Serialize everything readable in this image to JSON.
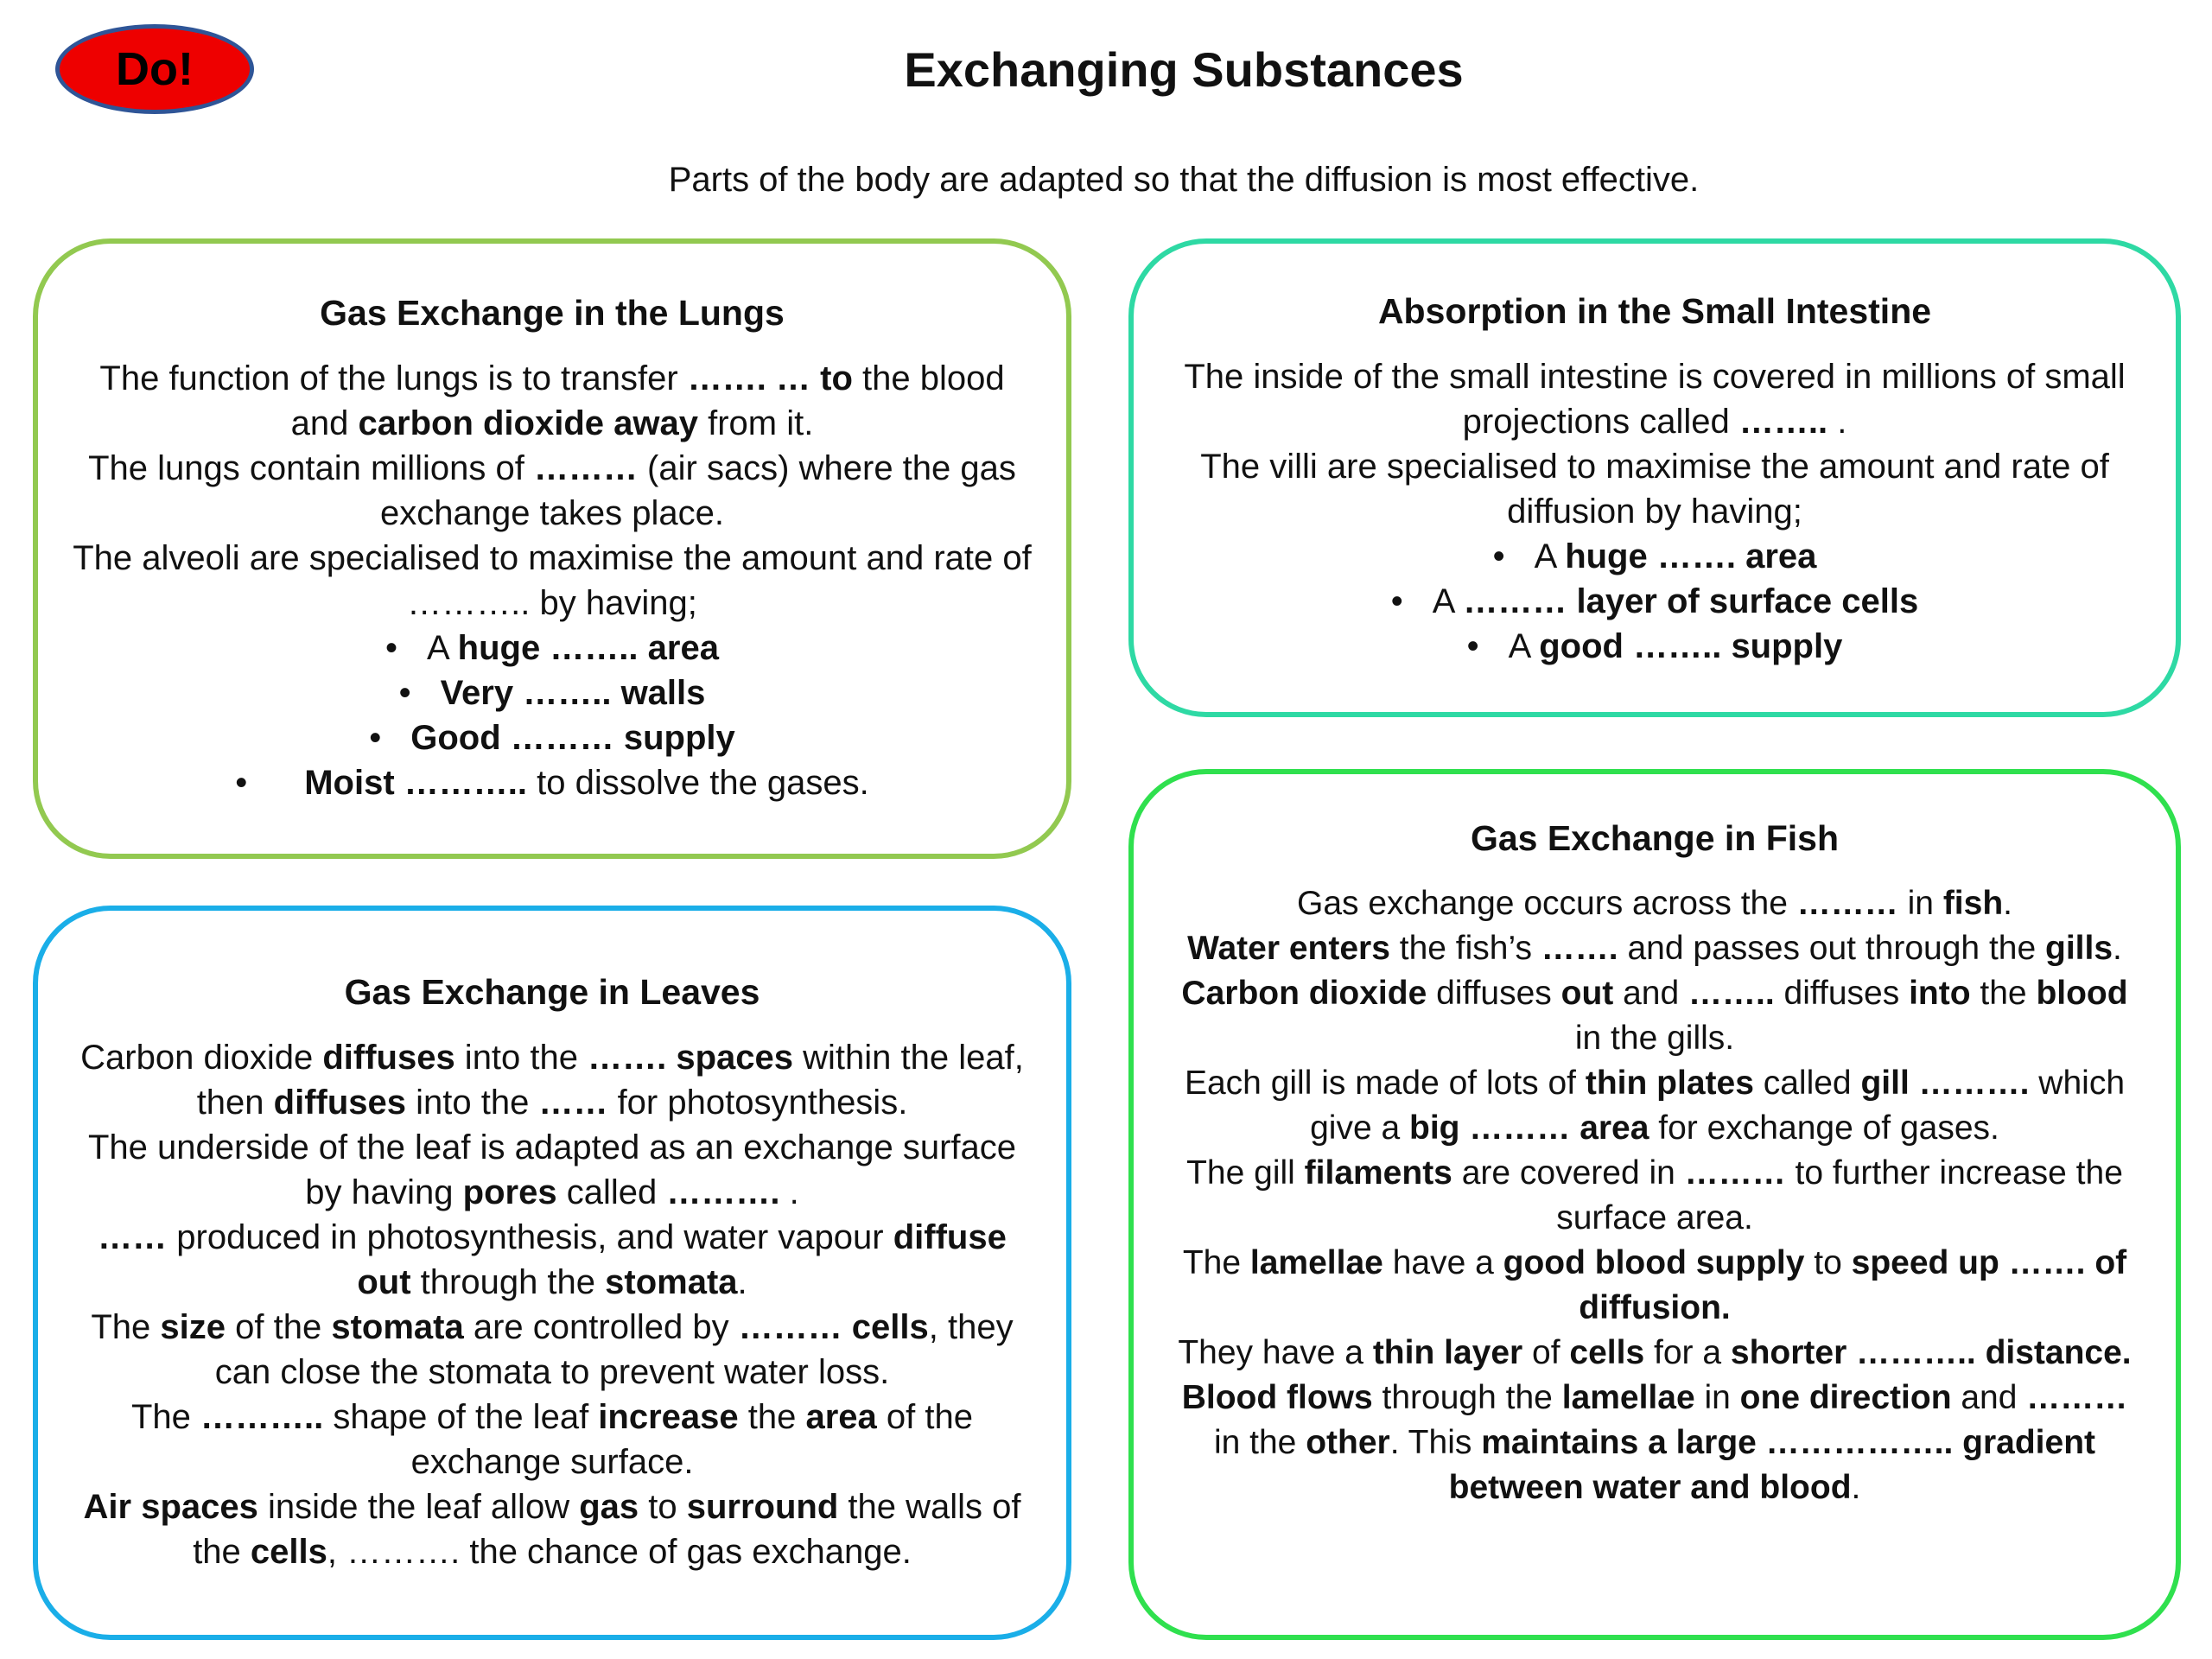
{
  "badge": "Do!",
  "title": "Exchanging Substances",
  "subtitle": "Parts of the body are adapted so that the diffusion is most effective.",
  "cards": {
    "lungs": {
      "heading": "Gas Exchange in the Lungs",
      "p1": {
        "a": "The function of the lungs is to transfer ",
        "b": "……. … to",
        "c": " the blood and ",
        "d": "carbon dioxide away",
        "e": " from it."
      },
      "p2": {
        "a": "The lungs contain millions of ",
        "b": "………",
        "c": " (air sacs) where the gas exchange takes place."
      },
      "p3": {
        "a": "The alveoli are specialised to maximise the amount and rate of ……….. by having;"
      },
      "bullets": [
        {
          "a": "A ",
          "b": "huge …….. area",
          "c": ""
        },
        {
          "a": "",
          "b": "Very …….. walls",
          "c": ""
        },
        {
          "a": "",
          "b": "Good ……… supply",
          "c": ""
        },
        {
          "a": "",
          "b": "Moist ………..",
          "c": " to dissolve the gases."
        }
      ]
    },
    "leaves": {
      "heading": "Gas Exchange in Leaves",
      "p1": {
        "a": "Carbon dioxide ",
        "b": "diffuses",
        "c": " into the ",
        "d": "……. spaces",
        "e": " within the leaf, then ",
        "f": "diffuses",
        "g": " into the ",
        "h": "……",
        "i": " for photosynthesis."
      },
      "p2": {
        "a": "The underside of the leaf is adapted as an exchange surface by having ",
        "b": "pores",
        "c": " called ",
        "d": "……….",
        "e": " ."
      },
      "p3": {
        "a": "……",
        "b": " produced in photosynthesis, and water vapour ",
        "c": "diffuse out",
        "d": " through the ",
        "e": "stomata",
        "f": "."
      },
      "p4": {
        "a": "The ",
        "b": "size",
        "c": " of the ",
        "d": "stomata",
        "e": " are controlled by ",
        "f": "……… cells",
        "g": ", they can close the stomata to prevent water loss."
      },
      "p5": {
        "a": "The ",
        "b": "………..",
        "c": " shape of the leaf ",
        "d": "increase",
        "e": " the ",
        "f": "area",
        "g": " of the exchange surface."
      },
      "p6": {
        "a": "Air spaces",
        "b": " inside the leaf allow ",
        "c": "gas",
        "d": " to ",
        "e": "surround",
        "f": " the walls of the ",
        "g": "cells",
        "h": ", ………. the chance of gas exchange."
      }
    },
    "intestine": {
      "heading": "Absorption in the Small Intestine",
      "p1": {
        "a": "The inside of the small intestine is covered in millions of small projections called ",
        "b": "……..",
        "c": " ."
      },
      "p2": {
        "a": "The villi are specialised to maximise the amount and rate of diffusion by having;"
      },
      "bullets": [
        {
          "a": "A ",
          "b": "huge ……. area"
        },
        {
          "a": "A ",
          "b": "……… layer of surface cells"
        },
        {
          "a": "A ",
          "b": "good …….. supply"
        }
      ]
    },
    "fish": {
      "heading": "Gas Exchange in Fish",
      "p1": {
        "a": "Gas exchange occurs across the ",
        "b": "………",
        "c": " in ",
        "d": "fish",
        "e": ".",
        "f": "Water enters",
        "g": " the fish’s ",
        "h": "…….",
        "i": " and passes out through the ",
        "j": "gills",
        "k": ". ",
        "l": "Carbon dioxide",
        "m": " diffuses ",
        "n": "out",
        "o": " and ",
        "p": "……..",
        "q": " diffuses ",
        "r": "into",
        "s": " the ",
        "t": "blood",
        "u": " in the gills."
      },
      "p2": {
        "a": "Each gill is made of lots of ",
        "b": "thin plates",
        "c": " called ",
        "d": "gill ……….",
        "e": " which give a ",
        "f": "big ………",
        "g": " ",
        "h": "area",
        "i": " for exchange of gases."
      },
      "p3": {
        "a": "The gill ",
        "b": "filaments",
        "c": " are covered in ",
        "d": "………",
        "e": " to further increase the surface area."
      },
      "p4": {
        "a": "The ",
        "b": "lamellae",
        "c": " have a ",
        "d": "good blood supply",
        "e": " to ",
        "f": "speed up ……. of diffusion."
      },
      "p5": {
        "a": "They have a ",
        "b": "thin layer",
        "c": " of ",
        "d": "cells",
        "e": " for a ",
        "f": "shorter ……….. distance."
      },
      "p6": {
        "a": "Blood flows",
        "b": " through the ",
        "c": "lamellae",
        "d": " in ",
        "e": "one direction",
        "f": " and ",
        "g": "………",
        "h": " in the ",
        "i": "other",
        "j": ". This ",
        "k": "maintains a large …………….. gradient between water and blood",
        "l": "."
      }
    }
  }
}
